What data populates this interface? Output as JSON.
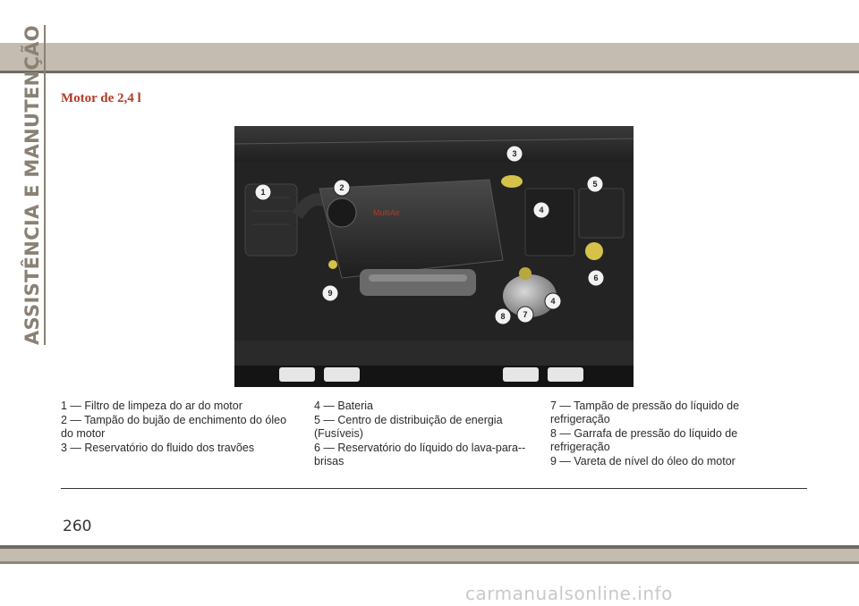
{
  "side_title": "ASSISTÊNCIA E MANUTENÇÃO",
  "section_title": "Motor de 2,4 l",
  "photo": {
    "callouts": [
      "1",
      "2",
      "3",
      "4",
      "5",
      "6",
      "4",
      "7",
      "8",
      "9"
    ],
    "accent_color": "#e8e0b0",
    "cover_text": "MultiAir"
  },
  "legend": {
    "col1": [
      "1 — Filtro de limpeza do ar do motor",
      "2 — Tampão do bujão de enchimento do óleo do motor",
      "3 — Reservatório do fluido dos travões"
    ],
    "col2": [
      "4 — Bateria",
      "5 — Centro de distribuição de energia (Fusíveis)",
      "6 — Reservatório do líquido do lava-para--brisas"
    ],
    "col3": [
      "7 — Tampão de pressão do líquido de refrigeração",
      "8 — Garrafa de pressão do líquido de refrigeração",
      "9 — Vareta de nível do óleo do motor"
    ]
  },
  "page_number": "260",
  "watermark": "carmanualsonline.info",
  "colors": {
    "band": "#c4bcb0",
    "band_dark": "#6e6a63",
    "title_red": "#b33a23",
    "side_text": "#8a8175"
  }
}
